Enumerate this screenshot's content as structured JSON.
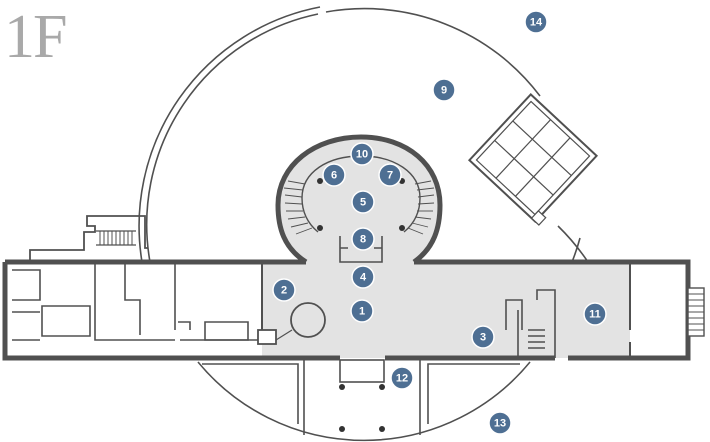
{
  "floor": {
    "label": "1F"
  },
  "colors": {
    "marker_fill": "#4e6f93",
    "marker_text": "#ffffff",
    "highlight_area": "#e3e3e3",
    "walls": "#505050",
    "floor_label": "#a9a9a9"
  },
  "markers": [
    {
      "label": "1"
    },
    {
      "label": "2"
    },
    {
      "label": "3"
    },
    {
      "label": "4"
    },
    {
      "label": "5"
    },
    {
      "label": "6"
    },
    {
      "label": "7"
    },
    {
      "label": "8"
    },
    {
      "label": "9"
    },
    {
      "label": "10"
    },
    {
      "label": "11"
    },
    {
      "label": "12"
    },
    {
      "label": "13"
    },
    {
      "label": "14"
    }
  ]
}
